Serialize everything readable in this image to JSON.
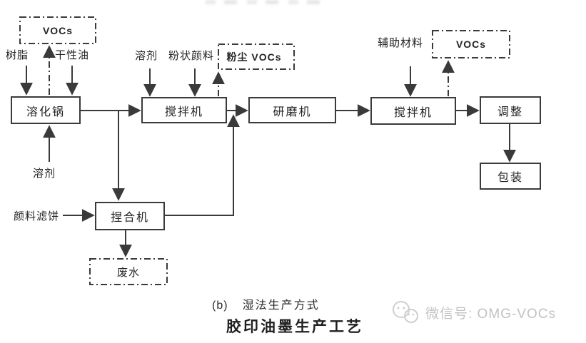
{
  "title": "胶印油墨生产工艺",
  "caption": {
    "index": "(b)",
    "label": "湿法生产方式"
  },
  "nodes": {
    "vocs_left": {
      "label": "VOCs"
    },
    "dust_vocs": {
      "label": "粉尘 VOCs"
    },
    "vocs_right": {
      "label": "VOCs"
    },
    "wastewater": {
      "label": "废水"
    },
    "dissolving_pot": {
      "label": "溶化锅"
    },
    "mixer1": {
      "label": "搅拌机"
    },
    "grinder": {
      "label": "研磨机"
    },
    "mixer2": {
      "label": "搅拌机"
    },
    "adjust": {
      "label": "调整"
    },
    "package": {
      "label": "包装"
    },
    "kneader": {
      "label": "捏合机"
    }
  },
  "inputs": {
    "resin": {
      "label": "树脂"
    },
    "drying_oil": {
      "label": "干性油"
    },
    "solvent_top": {
      "label": "溶剂"
    },
    "powder_pigment": {
      "label": "粉状颜料"
    },
    "aux_material": {
      "label": "辅助材料"
    },
    "solvent_bottom": {
      "label": "溶剂"
    },
    "pigment_filter_cake": {
      "label": "颜料滤饼"
    }
  },
  "watermark": {
    "label": "微信号: OMG-VOCs"
  },
  "colors": {
    "line": "#3a3a3a",
    "text": "#242424",
    "watermark": "#c2c2c2"
  }
}
